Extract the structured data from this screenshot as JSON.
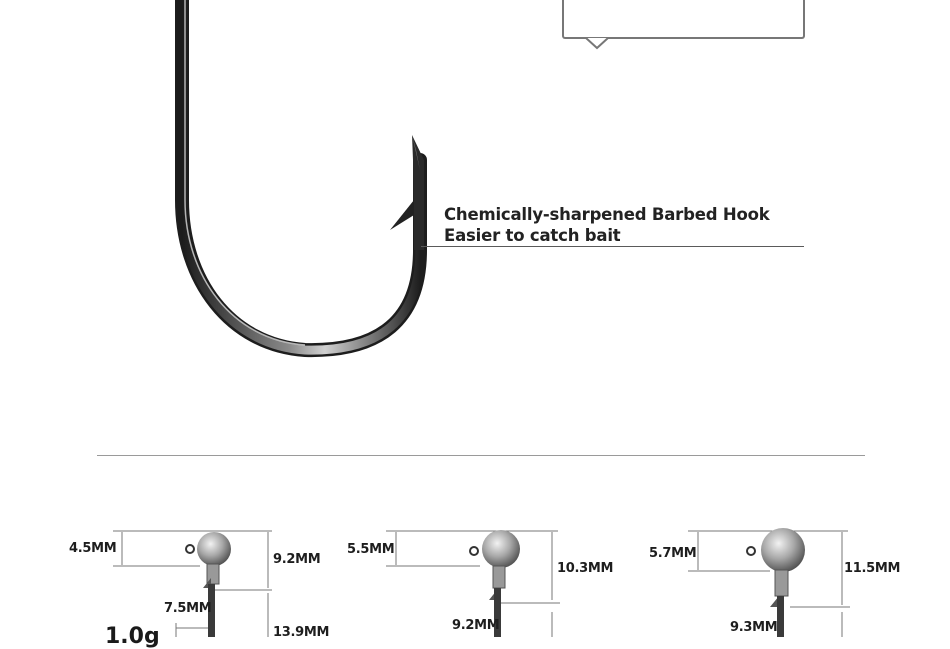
{
  "callout": {
    "line1": "Chemically-sharpened Barbed Hook",
    "line2": "Easier to catch bait"
  },
  "jigs": [
    {
      "head_size": "4.5MM",
      "height": "9.2MM",
      "gap": "7.5MM",
      "shank": "13.9MM",
      "weight": "1.0g"
    },
    {
      "head_size": "5.5MM",
      "height": "10.3MM",
      "gap": "9.2MM"
    },
    {
      "head_size": "5.7MM",
      "height": "11.5MM",
      "gap": "9.3MM"
    }
  ],
  "colors": {
    "hook_metal": "#2b2b2b",
    "text": "#222222",
    "guide_lines": "#777777"
  },
  "icons": [
    "fishing-hook-icon",
    "jig-head-icon"
  ]
}
